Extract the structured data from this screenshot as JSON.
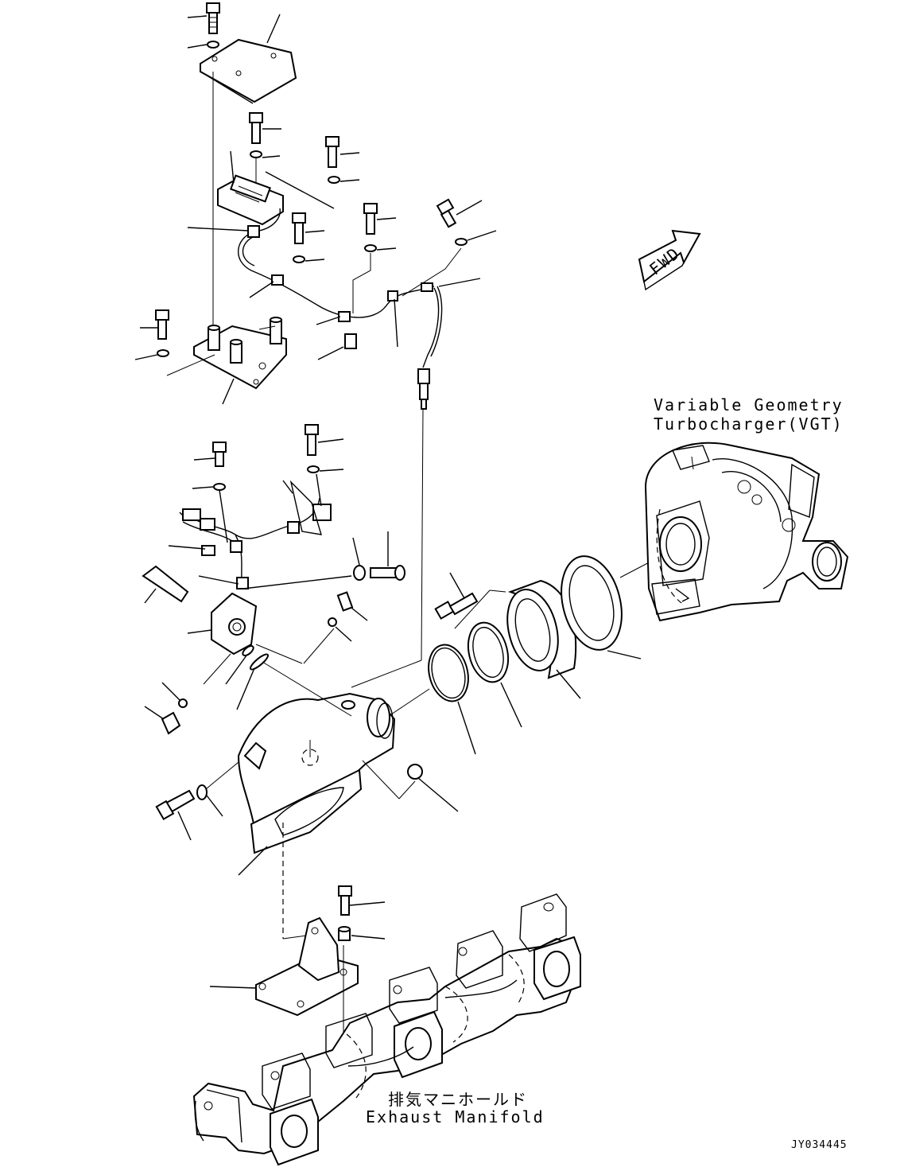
{
  "labels": {
    "vgt_line1": "Variable Geometry",
    "vgt_line2": "Turbocharger(VGT)",
    "manifold_jp": "排気マニホールド",
    "manifold_en": "Exhaust Manifold",
    "forward_arrow": "FWD",
    "drawing_id": "JY034445"
  }
}
